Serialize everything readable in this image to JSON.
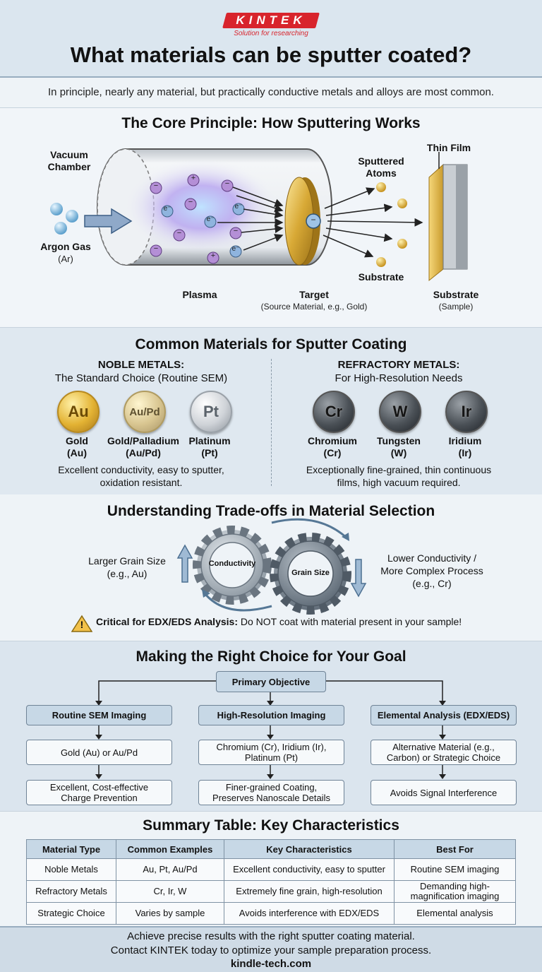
{
  "header": {
    "logo": "KINTEK",
    "tagline": "Solution for researching",
    "title": "What materials can be sputter coated?"
  },
  "subtitle": "In principle, nearly any material, but practically conductive metals and alloys are most common.",
  "principle": {
    "title": "The Core Principle: How Sputtering Works",
    "vacuum_chamber": [
      "Vacuum",
      "Chamber"
    ],
    "argon_gas": "Argon Gas",
    "argon_symbol": "(Ar)",
    "plasma": "Plasma",
    "target": "Target",
    "target_sub": "(Source Material, e.g., Gold)",
    "sputtered_atoms": [
      "Sputtered",
      "Atoms"
    ],
    "substrate_mid": "Substrate",
    "thin_film": "Thin Film",
    "substrate": "Substrate",
    "substrate_sub": "(Sample)",
    "electron_label": "e⁻",
    "neg_label": "−",
    "pos_label": "+"
  },
  "materials": {
    "title": "Common Materials for Sputter Coating",
    "noble": {
      "title": "NOBLE METALS:",
      "subtitle": "The Standard Choice (Routine SEM)",
      "items": [
        {
          "symbol": "Au",
          "name": "Gold",
          "abbr": "(Au)"
        },
        {
          "symbol": "Au/Pd",
          "name": "Gold/Palladium",
          "abbr": "(Au/Pd)"
        },
        {
          "symbol": "Pt",
          "name": "Platinum",
          "abbr": "(Pt)"
        }
      ],
      "desc_1": "Excellent conductivity, easy to sputter,",
      "desc_2": "oxidation resistant."
    },
    "refractory": {
      "title": "REFRACTORY METALS:",
      "subtitle": "For High-Resolution Needs",
      "items": [
        {
          "symbol": "Cr",
          "name": "Chromium",
          "abbr": "(Cr)"
        },
        {
          "symbol": "W",
          "name": "Tungsten",
          "abbr": "(W)"
        },
        {
          "symbol": "Ir",
          "name": "Iridium",
          "abbr": "(Ir)"
        }
      ],
      "desc_1": "Exceptionally fine-grained, thin continuous",
      "desc_2": "films, high vacuum required."
    }
  },
  "tradeoffs": {
    "title": "Understanding Trade-offs in Material Selection",
    "left_1": "Larger Grain Size",
    "left_2": "(e.g., Au)",
    "gear_1": "Conductivity",
    "gear_2": "Grain Size",
    "right_1": "Lower Conductivity /",
    "right_2": "More Complex Process",
    "right_3": "(e.g., Cr)",
    "warn_bold": "Critical for EDX/EDS Analysis:",
    "warn_text": " Do NOT coat with material present in your sample!",
    "warn_icon": "!"
  },
  "choice": {
    "title": "Making the Right Choice for Your Goal",
    "primary": "Primary Objective",
    "columns": [
      {
        "head": "Routine SEM Imaging",
        "mid": "Gold (Au) or Au/Pd",
        "bottom_1": "Excellent, Cost-effective",
        "bottom_2": "Charge Prevention"
      },
      {
        "head": "High-Resolution Imaging",
        "mid_1": "Chromium (Cr), Iridium (Ir),",
        "mid_2": "Platinum (Pt)",
        "bottom_1": "Finer-grained Coating,",
        "bottom_2": "Preserves Nanoscale Details"
      },
      {
        "head": "Elemental Analysis (EDX/EDS)",
        "mid_1": "Alternative Material (e.g.,",
        "mid_2": "Carbon) or Strategic Choice",
        "bottom": "Avoids Signal Interference"
      }
    ]
  },
  "summary": {
    "title": "Summary Table: Key Characteristics",
    "headers": [
      "Material Type",
      "Common Examples",
      "Key Characteristics",
      "Best For"
    ],
    "rows": [
      [
        "Noble Metals",
        "Au, Pt, Au/Pd",
        "Excellent conductivity, easy to sputter",
        "Routine SEM imaging"
      ],
      [
        "Refractory Metals",
        "Cr, Ir, W",
        "Extremely fine grain, high-resolution",
        "Demanding high-magnification imaging"
      ],
      [
        "Strategic Choice",
        "Varies by sample",
        "Avoids interference with EDX/EDS",
        "Elemental analysis"
      ]
    ]
  },
  "footer": {
    "line_1": "Achieve precise results with the right sputter coating material.",
    "line_2": "Contact KINTEK today to optimize your sample preparation process.",
    "url": "kindle-tech.com"
  }
}
